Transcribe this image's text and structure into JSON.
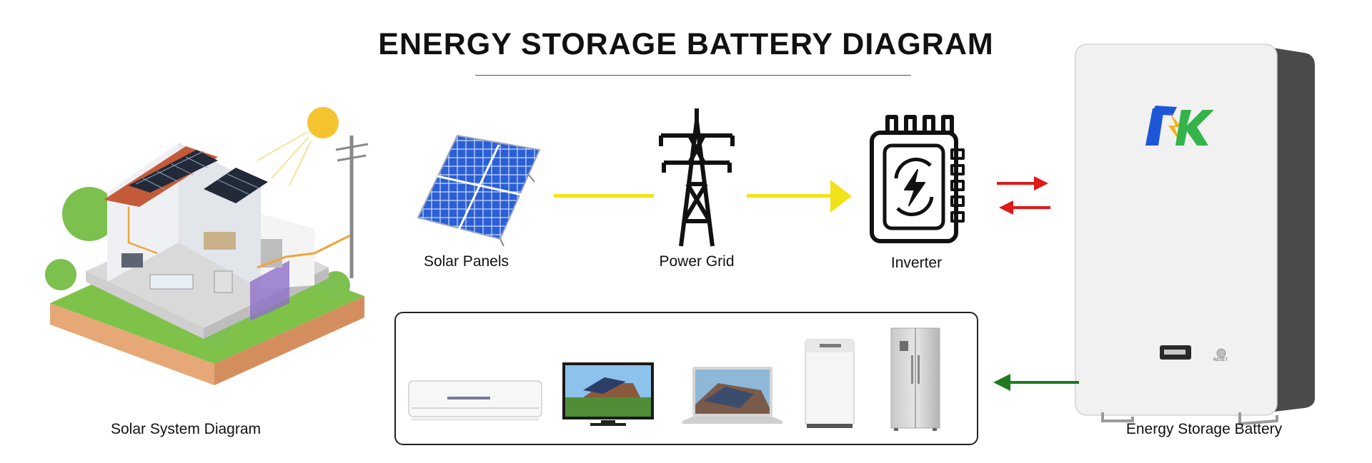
{
  "title": "ENERGY STORAGE BATTERY DIAGRAM",
  "labels": {
    "solar_system": "Solar System Diagram",
    "solar_panels": "Solar Panels",
    "power_grid": "Power Grid",
    "inverter": "Inverter",
    "battery": "Energy Storage Battery"
  },
  "battery_branding": {
    "logo_text": "TK",
    "reset_text": "RESET"
  },
  "appliances": [
    "air-conditioner",
    "television",
    "laptop",
    "washing-machine",
    "refrigerator"
  ],
  "colors": {
    "flow_yellow": "#f2e21a",
    "arrow_red": "#e01818",
    "arrow_green": "#1f7a1f",
    "panel_blue": "#2b5fd6",
    "battery_body": "#f1f1f1",
    "battery_side": "#4a4a4a"
  }
}
